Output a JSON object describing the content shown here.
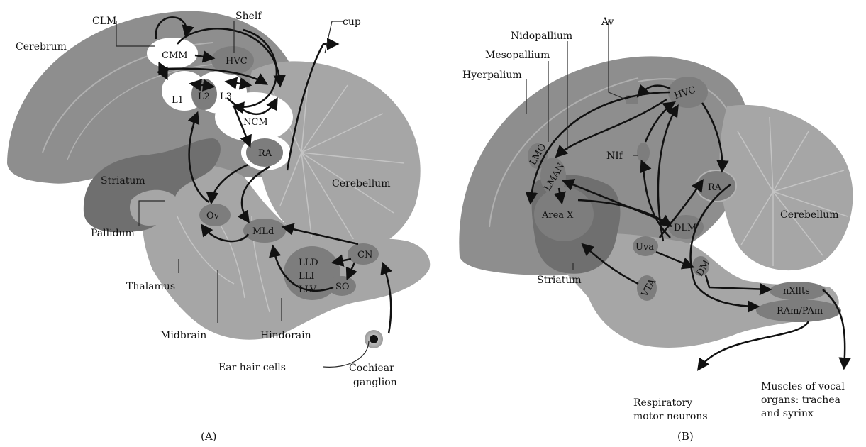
{
  "colors": {
    "cerebrum": "#8e8e8e",
    "cerebellum_brainstem": "#a6a6a6",
    "striatum": "#6f6f6f",
    "nucleus": "#7d7d7d",
    "auditory_white": "#ffffff",
    "arrow": "#111111",
    "leader_line": "#2a2a2a"
  },
  "panel_a": {
    "caption": "(A)",
    "labels": {
      "clm": "CLM",
      "shelf": "Shelf",
      "cerebrum": "Cerebrum",
      "cup": "cup",
      "cmm": "CMM",
      "hvc": "HVC",
      "l1": "L1",
      "l2": "L2",
      "l3": "L3",
      "ncm": "NCM",
      "ra": "RA",
      "striatum": "Striatum",
      "cerebellum": "Cerebellum",
      "pallidum": "Pallidum",
      "ov": "Ov",
      "mld": "MLd",
      "lld": "LLD",
      "lli": "LLI",
      "llv": "LLV",
      "cn": "CN",
      "so": "SO",
      "thalamus": "Thalamus",
      "midbrain": "Midbrain",
      "hindorain": "Hindorain",
      "ear_hair_cells": "Ear hair cells",
      "cochiear": "Cochiear",
      "ganglion": "ganglion"
    }
  },
  "panel_b": {
    "caption": "(B)",
    "labels": {
      "av": "Av",
      "nidopallium": "Nidopallium",
      "mesopallium": "Mesopallium",
      "hyerpalium": "Hyerpalium",
      "hvc": "HVC",
      "lmo": "LMO",
      "lman": "LMAN",
      "nif": "NIf",
      "ra": "RA",
      "area_x": "Area X",
      "dlm": "DLM",
      "cerebellum": "Cerebellum",
      "uva": "Uva",
      "dm": "DM",
      "striatum": "Striatum",
      "vta": "VTA",
      "nxllts": "nXllts",
      "ram_pam": "RAm/PAm",
      "respiratory_1": "Respiratory",
      "respiratory_2": "motor neurons",
      "muscles_1": "Muscles of vocal",
      "muscles_2": "organs: trachea",
      "muscles_3": "and syrinx"
    }
  }
}
